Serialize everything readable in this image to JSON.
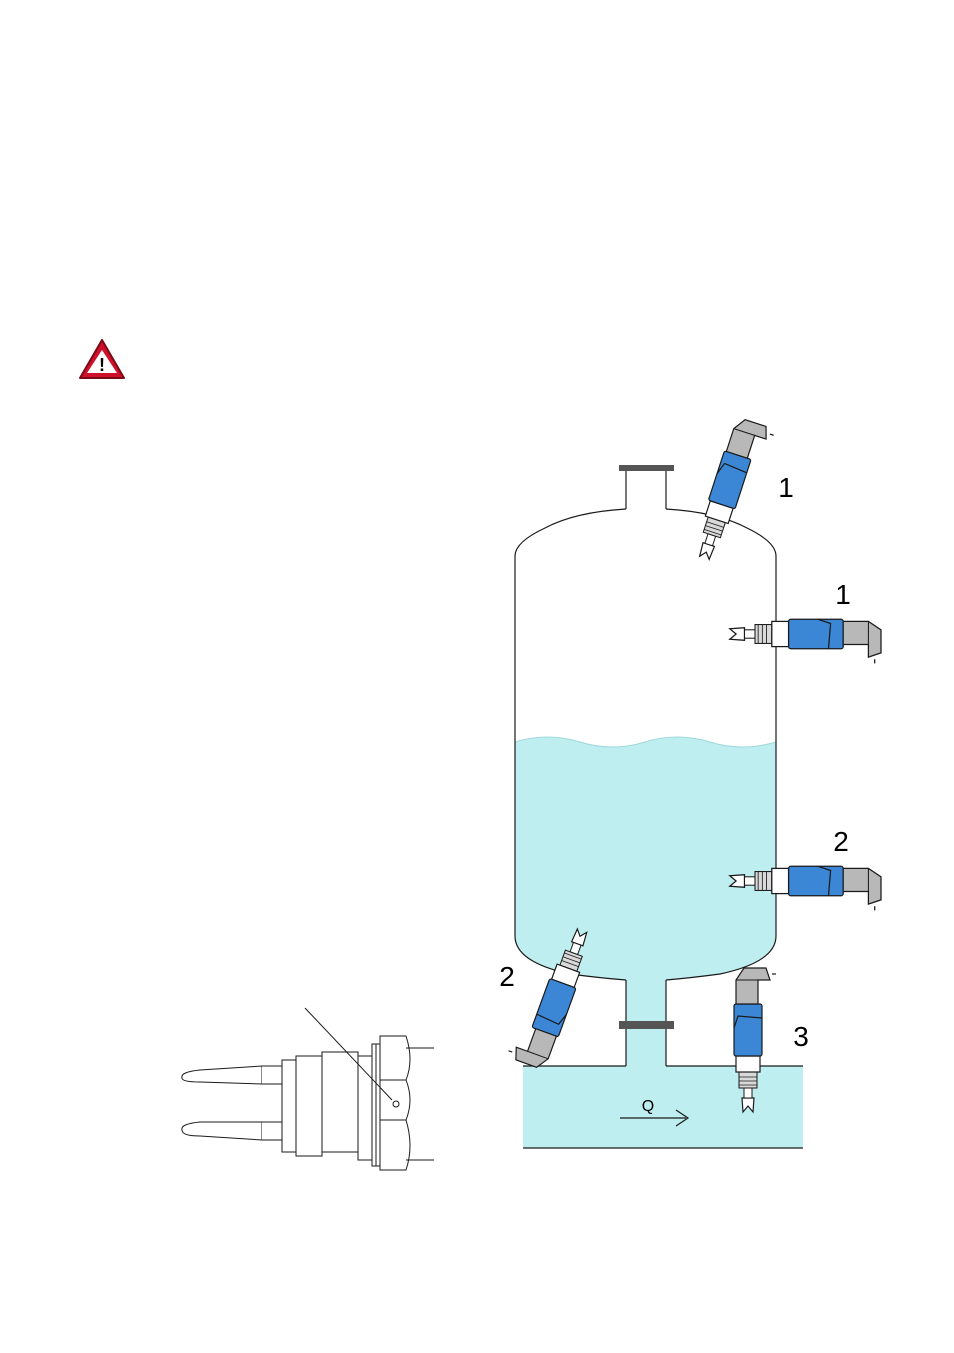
{
  "warning_icon": {
    "icon": "warning-triangle-icon",
    "glyph": "!",
    "fill": "#d0102a"
  },
  "colors": {
    "liquid": "#bfeef0",
    "sensor_body": "#3b87d6",
    "connector": "#b8b8b8",
    "outline": "#1a1a1a"
  },
  "labels": {
    "sensor_top_tilted": "1",
    "sensor_top_side": "1",
    "sensor_mid_side": "2",
    "sensor_bottom_tilted": "2",
    "sensor_pipe": "3",
    "flow": "Q"
  }
}
